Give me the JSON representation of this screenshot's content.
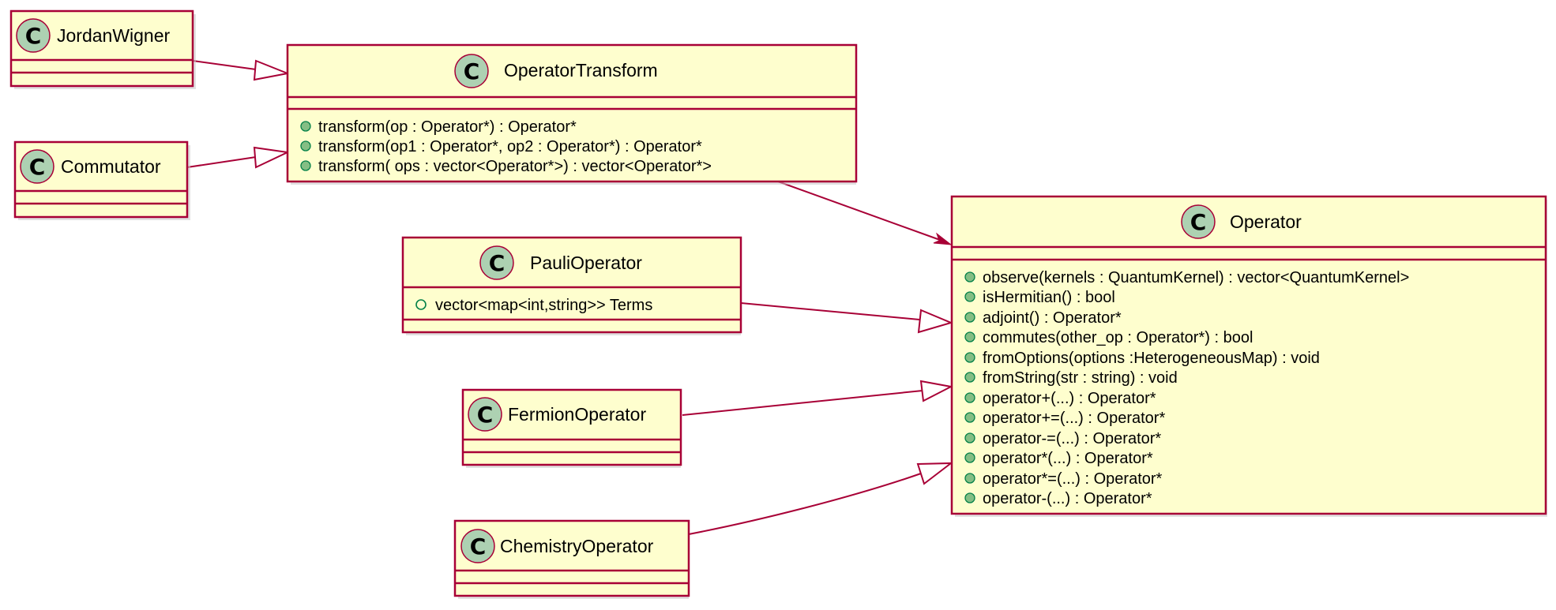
{
  "classes": {
    "jordan_wigner": {
      "icon": "C",
      "name": "JordanWigner",
      "members": []
    },
    "commutator": {
      "icon": "C",
      "name": "Commutator",
      "members": []
    },
    "operator_transform": {
      "icon": "C",
      "name": "OperatorTransform",
      "members": [
        "transform(op : Operator*) : Operator*",
        "transform(op1 : Operator*, op2 : Operator*) : Operator*",
        "transform( ops : vector<Operator*>) : vector<Operator*>"
      ]
    },
    "pauli_operator": {
      "icon": "C",
      "name": "PauliOperator",
      "members": [
        "vector<map<int,string>> Terms"
      ]
    },
    "fermion_operator": {
      "icon": "C",
      "name": "FermionOperator",
      "members": []
    },
    "chemistry_operator": {
      "icon": "C",
      "name": "ChemistryOperator",
      "members": []
    },
    "operator": {
      "icon": "C",
      "name": "Operator",
      "members": [
        "observe(kernels : QuantumKernel) : vector<QuantumKernel>",
        "isHermitian() : bool",
        "adjoint() : Operator*",
        "commutes(other_op : Operator*) : bool",
        "fromOptions(options :HeterogeneousMap) : void",
        "fromString(str : string) : void",
        "operator+(...) : Operator*",
        "operator+=(...) : Operator*",
        "operator-=(...) : Operator*",
        "operator*(...) : Operator*",
        "operator*=(...) : Operator*",
        "operator-(...) : Operator*"
      ]
    }
  },
  "relations": [
    {
      "from": "JordanWigner",
      "to": "OperatorTransform",
      "kind": "inheritance"
    },
    {
      "from": "Commutator",
      "to": "OperatorTransform",
      "kind": "inheritance"
    },
    {
      "from": "OperatorTransform",
      "to": "Operator",
      "kind": "association"
    },
    {
      "from": "PauliOperator",
      "to": "Operator",
      "kind": "inheritance"
    },
    {
      "from": "FermionOperator",
      "to": "Operator",
      "kind": "inheritance"
    },
    {
      "from": "ChemistryOperator",
      "to": "Operator",
      "kind": "inheritance"
    }
  ],
  "colors": {
    "class_fill": "#fefece",
    "border": "#a80036",
    "class_icon_fill": "#add1b2",
    "public_marker": "#84be84",
    "public_marker_border": "#038048"
  }
}
